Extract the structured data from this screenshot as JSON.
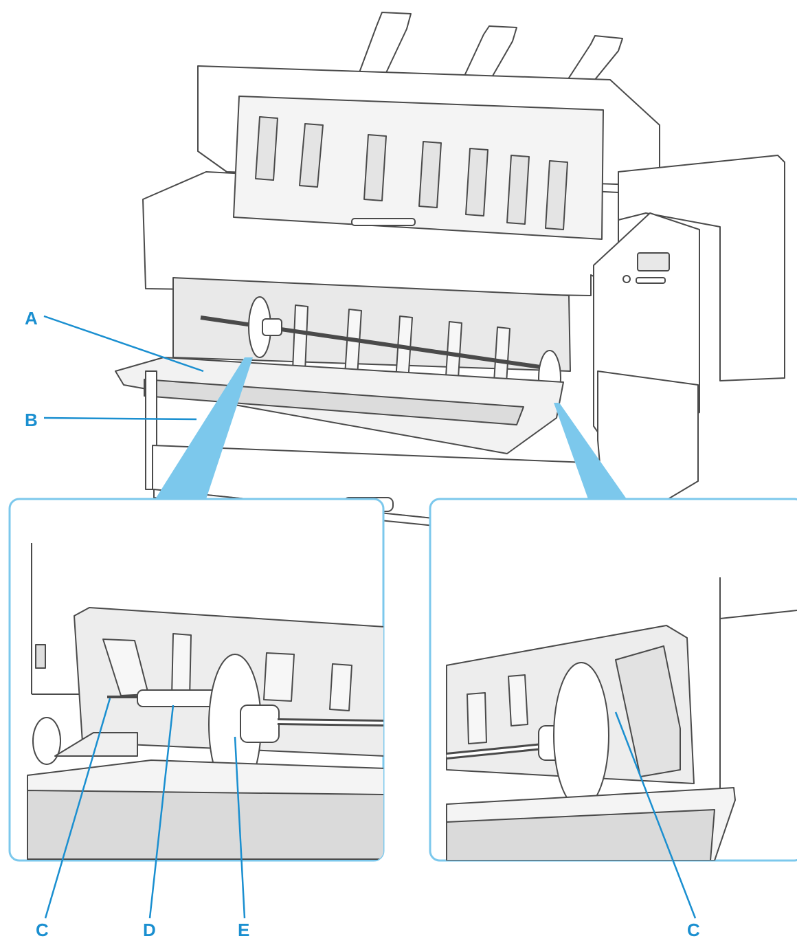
{
  "colors": {
    "callout": "#1a8fd0",
    "zoom_beam": "#7cc8ec",
    "detail_frame": "#7cc8ec",
    "outline": "#4a4a4a",
    "shade": "#d6d6d6"
  },
  "callouts": {
    "a": "A",
    "b": "B",
    "c_left": "C",
    "d": "D",
    "e": "E",
    "c_right": "C"
  }
}
